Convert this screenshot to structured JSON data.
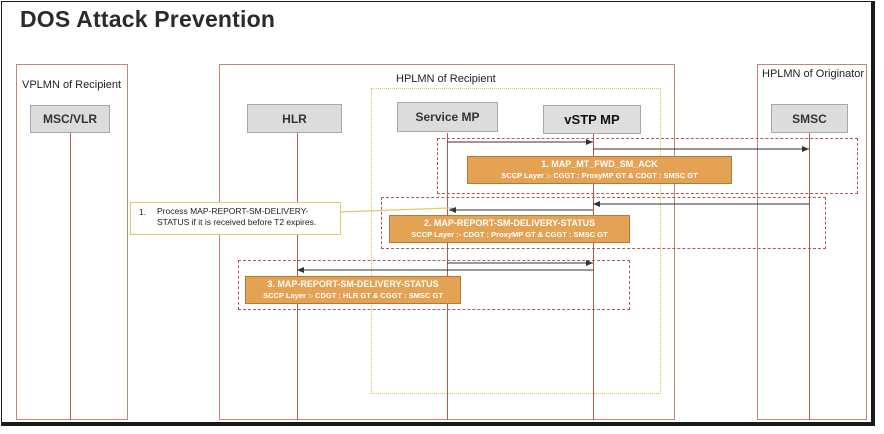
{
  "title": "DOS Attack Prevention",
  "regions": {
    "vplmn": "VPLMN of Recipient",
    "hplmn": "HPLMN of Recipient",
    "originator": "HPLMN of Originator"
  },
  "nodes": {
    "msc": "MSC/VLR",
    "hlr": "HLR",
    "service_mp": "Service MP",
    "vstp_mp": "vSTP MP",
    "smsc": "SMSC"
  },
  "messages": [
    {
      "title": "1. MAP_MT_FWD_SM_ACK",
      "sub": "SCCP Layer :- CGGT : ProxyMP GT & CDGT : SMSC GT"
    },
    {
      "title": "2. MAP-REPORT-SM-DELIVERY-STATUS",
      "sub": "SCCP Layer :- CDGT : ProxyMP GT & CGGT : SMSC GT"
    },
    {
      "title": "3. MAP-REPORT-SM-DELIVERY-STATUS",
      "sub": "SCCP Layer :- CDGT : HLR GT & CGGT : SMSC GT"
    }
  ],
  "callout": {
    "number": "1.",
    "text": "Process MAP-REPORT-SM-DELIVERY-STATUS if it is received before T2 expires."
  },
  "colors": {
    "region_border": "#c9827a",
    "lifeline": "#b55a52",
    "message_box": "#e4a354",
    "callout_border": "#e8c766",
    "arrow": "#333333"
  }
}
